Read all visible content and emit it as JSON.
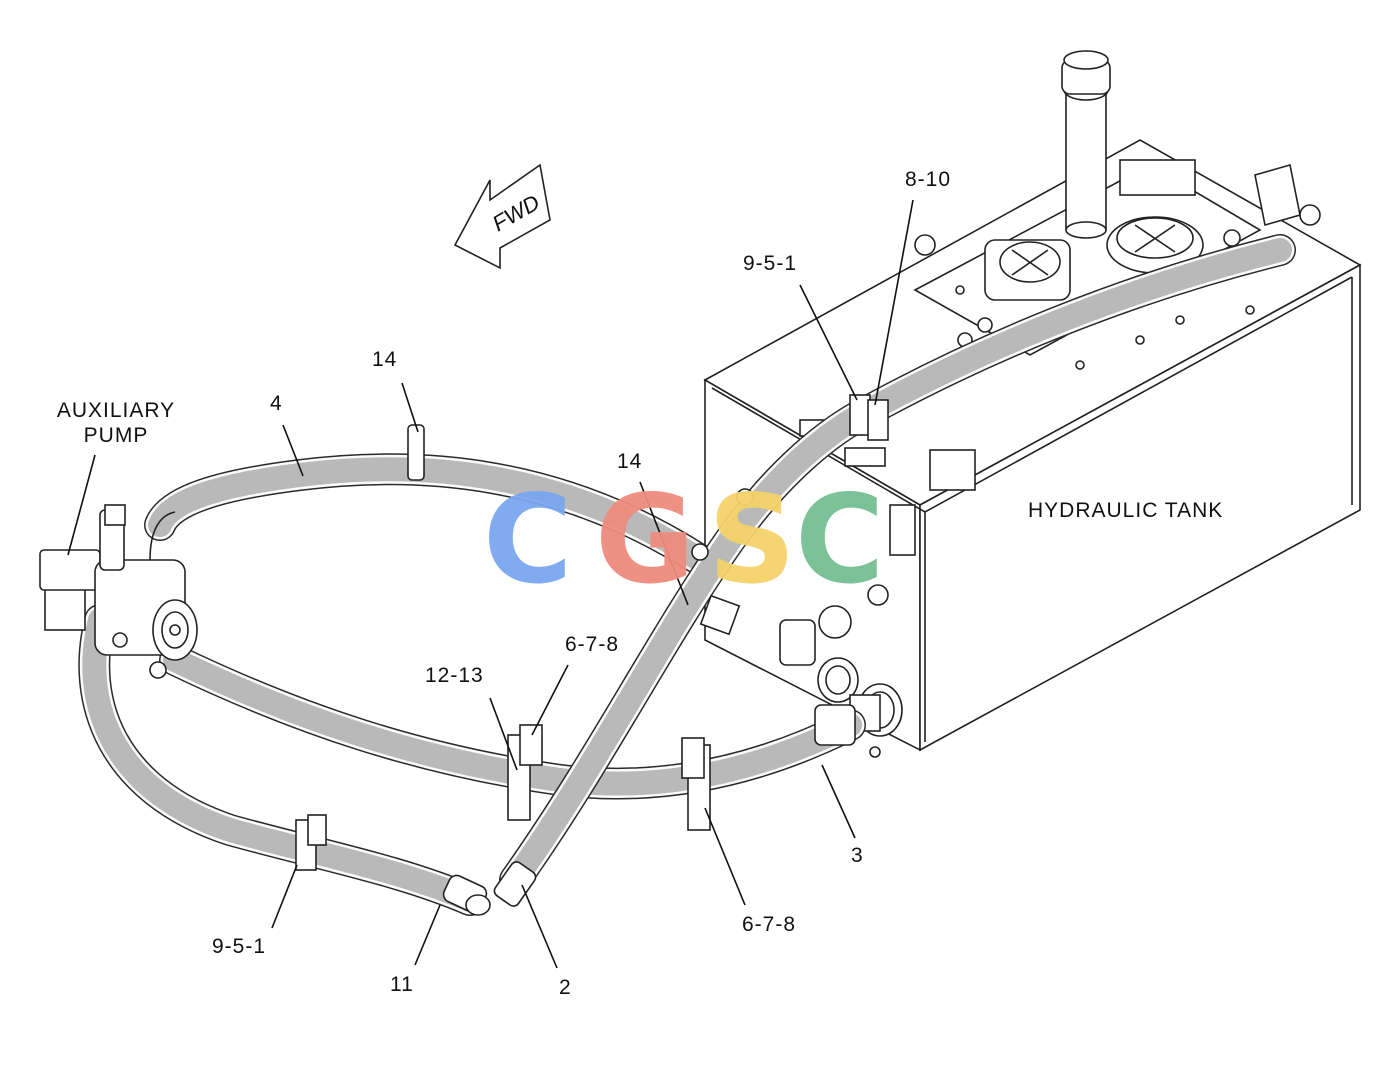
{
  "diagram": {
    "labels": {
      "auxiliary_pump_line1": "AUXILIARY",
      "auxiliary_pump_line2": "PUMP",
      "hydraulic_tank": "HYDRAULIC TANK",
      "fwd": "FWD",
      "part_4": "4",
      "part_14_top": "14",
      "part_14_mid": "14",
      "part_9_5_1_top": "9-5-1",
      "part_8_10": "8-10",
      "part_12_13": "12-13",
      "part_6_7_8_top": "6-7-8",
      "part_6_7_8_bottom": "6-7-8",
      "part_3": "3",
      "part_9_5_1_bottom": "9-5-1",
      "part_11": "11",
      "part_2": "2"
    },
    "watermark": {
      "letters": [
        "C",
        "G",
        "S",
        "C"
      ],
      "colors": [
        "#7aa7f0",
        "#ee8b7d",
        "#f4d36a",
        "#74bf93"
      ]
    },
    "colors": {
      "line": "#222222",
      "background": "#ffffff"
    }
  }
}
